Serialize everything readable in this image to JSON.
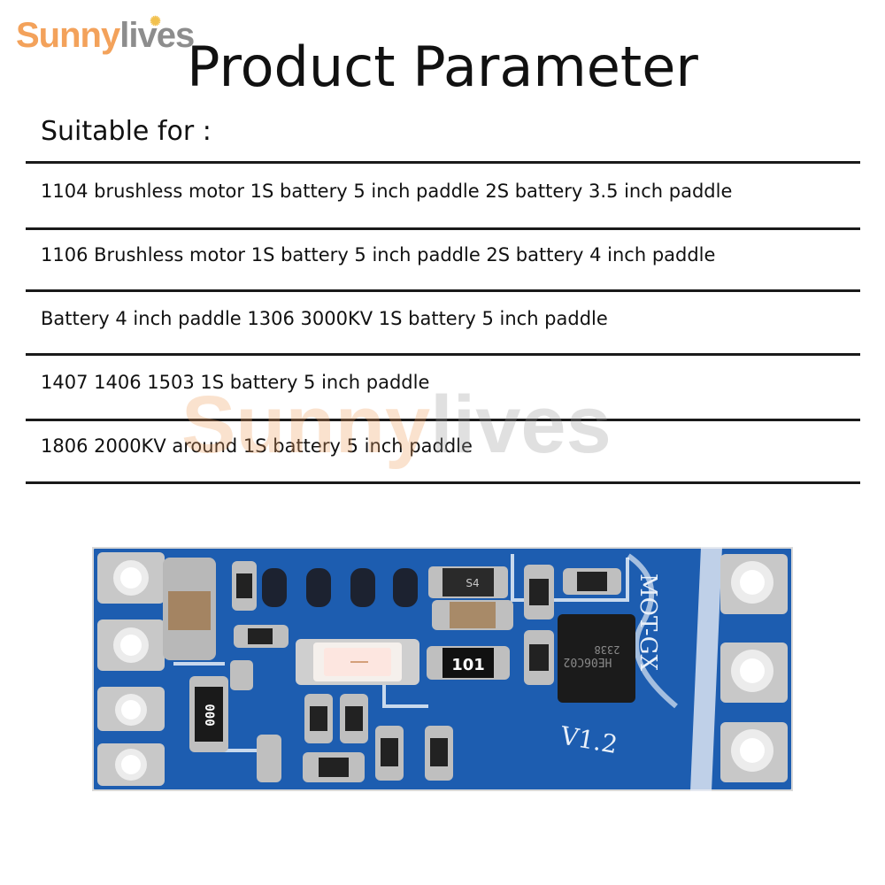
{
  "brand": {
    "part1": "Sunny",
    "part2": "lives"
  },
  "title": "Product Parameter",
  "subtitle": "Suitable for :",
  "rows": [
    "1104 brushless motor 1S battery 5 inch paddle 2S battery 3.5 inch paddle",
    "1106 Brushless motor 1S battery 5 inch paddle 2S battery 4 inch paddle",
    "Battery 4 inch paddle 1306 3000KV 1S battery 5 inch paddle",
    "1407 1406 1503 1S battery 5 inch paddle",
    "1806 2000KV around 1S battery 5 inch paddle"
  ],
  "board": {
    "resistor_code": "101",
    "ic_marking": "HE06C02",
    "ic_date": "2338",
    "diode_marking": "S4",
    "version": "V1.2",
    "silk_vertical": "MOT-GX",
    "small_resistor_code": "000"
  },
  "colors": {
    "brand_orange": "#f3a25b",
    "brand_gray": "#8d8d8d",
    "pcb_blue": "#1d5db0",
    "rule": "#1a1a1a"
  }
}
